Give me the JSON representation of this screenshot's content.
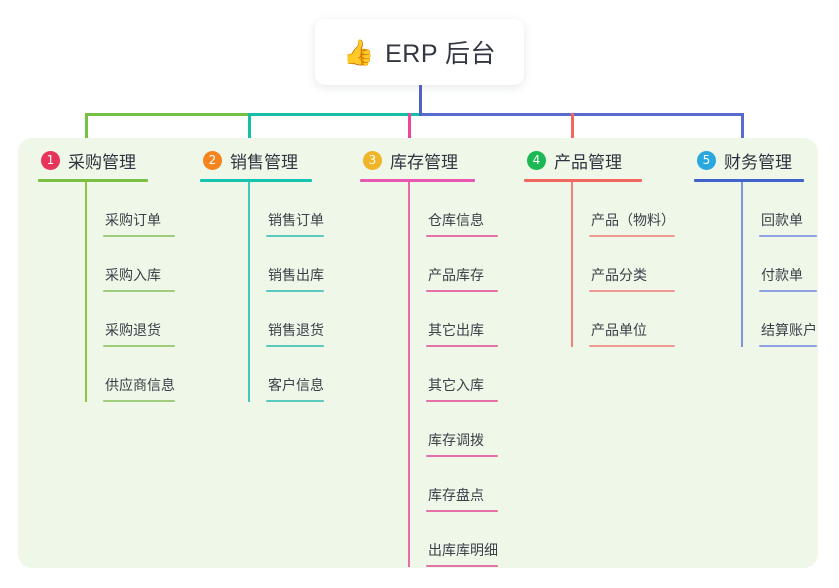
{
  "diagram": {
    "type": "mindmap",
    "root": {
      "icon": "thumbs-up-icon",
      "emoji": "👍",
      "title": "ERP 后台"
    },
    "panel_color": "#eef7e8",
    "root_stem_color": "#4f62c0",
    "bus_segments": [
      {
        "color": "#76c043"
      },
      {
        "color": "#16bfa5"
      },
      {
        "color": "#5a6bd0"
      }
    ],
    "branches": [
      {
        "number": "1",
        "label": "采购管理",
        "badge_color": "#e8345a",
        "rule_color": "#7ac143",
        "line_color": "#8cc63f",
        "drop_color": "#76c043",
        "leaf_color": "#9fcc7a",
        "items": [
          {
            "label": "采购订单"
          },
          {
            "label": "采购入库"
          },
          {
            "label": "采购退货"
          },
          {
            "label": "供应商信息"
          }
        ]
      },
      {
        "number": "2",
        "label": "销售管理",
        "badge_color": "#f5841f",
        "rule_color": "#14c4ae",
        "line_color": "#3fc9bb",
        "drop_color": "#16bfa5",
        "leaf_color": "#5cc9bf",
        "items": [
          {
            "label": "销售订单"
          },
          {
            "label": "销售出库"
          },
          {
            "label": "销售退货"
          },
          {
            "label": "客户信息"
          }
        ]
      },
      {
        "number": "3",
        "label": "库存管理",
        "badge_color": "#f0b429",
        "rule_color": "#e857b0",
        "line_color": "#e86aa8",
        "drop_color": "#e8479b",
        "leaf_color": "#e472a8",
        "items": [
          {
            "label": "仓库信息"
          },
          {
            "label": "产品库存"
          },
          {
            "label": "其它出库"
          },
          {
            "label": "其它入库"
          },
          {
            "label": "库存调拨"
          },
          {
            "label": "库存盘点"
          },
          {
            "label": "出库库明细"
          }
        ]
      },
      {
        "number": "4",
        "label": "产品管理",
        "badge_color": "#1cb854",
        "rule_color": "#f2675f",
        "line_color": "#f3817a",
        "drop_color": "#f2675f",
        "leaf_color": "#f39a94",
        "items": [
          {
            "label": "产品（物料）"
          },
          {
            "label": "产品分类"
          },
          {
            "label": "产品单位"
          }
        ]
      },
      {
        "number": "5",
        "label": "财务管理",
        "badge_color": "#29a8e0",
        "rule_color": "#3f63c8",
        "line_color": "#7f95dd",
        "drop_color": "#5a6bd0",
        "leaf_color": "#8fa3e0",
        "items": [
          {
            "label": "回款单"
          },
          {
            "label": "付款单"
          },
          {
            "label": "结算账户"
          }
        ]
      }
    ]
  }
}
